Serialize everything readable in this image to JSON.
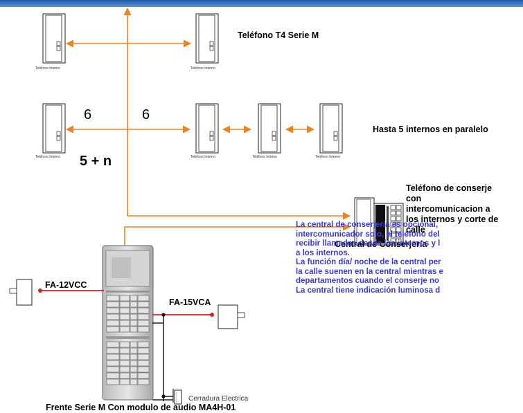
{
  "labels": {
    "telefono_t4": "Teléfono T4 Serie M",
    "hasta_5": "Hasta 5 internos en paralelo",
    "conserje_lines": [
      "Teléfono de conserje",
      "con",
      "intercomunicacion a",
      "los internos y corte de",
      "calle"
    ],
    "central_conserjeria": "Central de Conserjería",
    "fa12": "FA-12VCC",
    "fa15": "FA-15VCA",
    "cerradura": "Cerradura Electrica",
    "frente": "Frente Serie M Con modulo de audio MA4H-01",
    "wire_count_1": "6",
    "wire_count_2": "6",
    "wire_formula": "5 + n",
    "phone_caption": "Teléfono Interno"
  },
  "note_lines": [
    "La central de conserjería es opcional,",
    "intercomunicador solo, el teléfono del",
    "recibir llamadas desde los internos y l",
    "a los internos.",
    "La función día/ noche de la central per",
    "la calle suenen en la central mientras e",
    "departamentos cuando el conserje no",
    "La central tiene indicación luminosa d"
  ],
  "colors": {
    "wire": "#f0821e",
    "power": "#d42020",
    "note_text": "#3b3bd6",
    "top_bar": "#2e6db4"
  }
}
